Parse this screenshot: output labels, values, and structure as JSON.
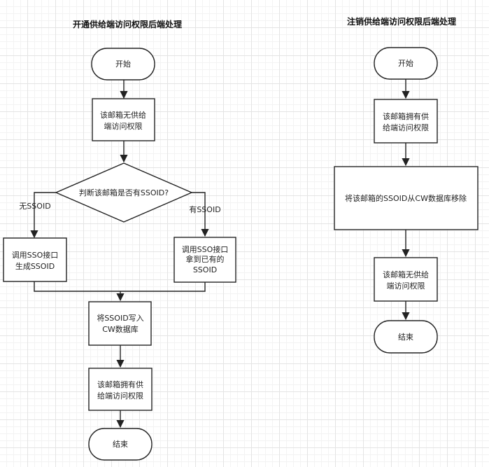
{
  "left_flow": {
    "title": "开通供给端访问权限后端处理",
    "start": "开始",
    "step_no_access": [
      "该邮箱无供给",
      "端访问权限"
    ],
    "decision": "判断该邮箱是否有SSOID?",
    "branch_no": "无SSOID",
    "branch_yes": "有SSOID",
    "generate": [
      "调用SSO接口",
      "生成SSOID"
    ],
    "fetch": [
      "调用SSO接口",
      "拿到已有的",
      "SSOID"
    ],
    "write_db": [
      "将SSOID写入",
      "CW数据库"
    ],
    "step_has_access": [
      "该邮箱拥有供",
      "给端访问权限"
    ],
    "end": "结束"
  },
  "right_flow": {
    "title": "注销供给端访问权限后端处理",
    "start": "开始",
    "step_has_access": [
      "该邮箱拥有供",
      "给端访问权限"
    ],
    "remove": "将该邮箱的SSOID从CW数据库移除",
    "step_no_access": [
      "该邮箱无供给",
      "端访问权限"
    ],
    "end": "结束"
  },
  "colors": {
    "stroke": "#222222",
    "fill": "#ffffff",
    "grid": "#e4e4e4"
  }
}
